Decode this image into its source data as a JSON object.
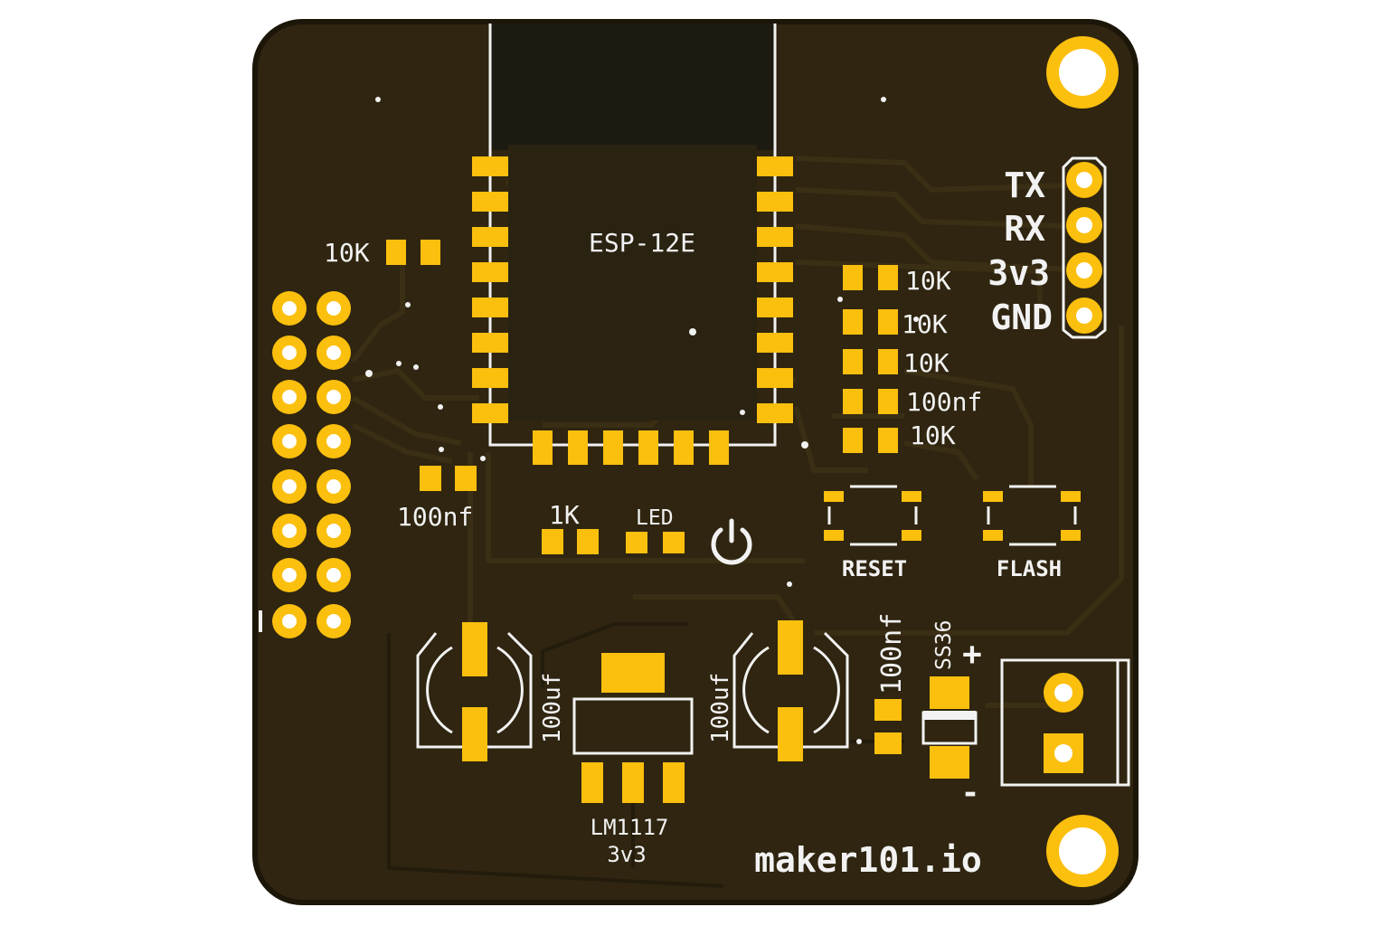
{
  "colors": {
    "board": "#2f2510",
    "board_edge": "#1c1609",
    "copper": "#fbbf0e",
    "silkscreen": "#f2f2f2",
    "module_shield": "#1d1a12",
    "background": "#ffffff"
  },
  "module": {
    "label": "ESP-12E"
  },
  "serial_header": {
    "labels": [
      "TX",
      "RX",
      "3v3",
      "GND"
    ]
  },
  "resistors": {
    "left_top": "10K",
    "right": [
      "10K",
      "10K",
      "10K",
      "100nf",
      "10K"
    ],
    "left_cap": "100nf",
    "led_resistor": "1K",
    "led": "LED"
  },
  "buttons": {
    "reset": "RESET",
    "flash": "FLASH"
  },
  "power": {
    "cap_left": "100uf",
    "cap_right": "100uf",
    "cap_small": "100nf",
    "diode": "SS36",
    "regulator_part": "LM1117",
    "regulator_voltage": "3v3",
    "plus": "+",
    "minus": "-"
  },
  "brand": "maker101.io",
  "icons": {
    "power_symbol": "power-icon"
  }
}
